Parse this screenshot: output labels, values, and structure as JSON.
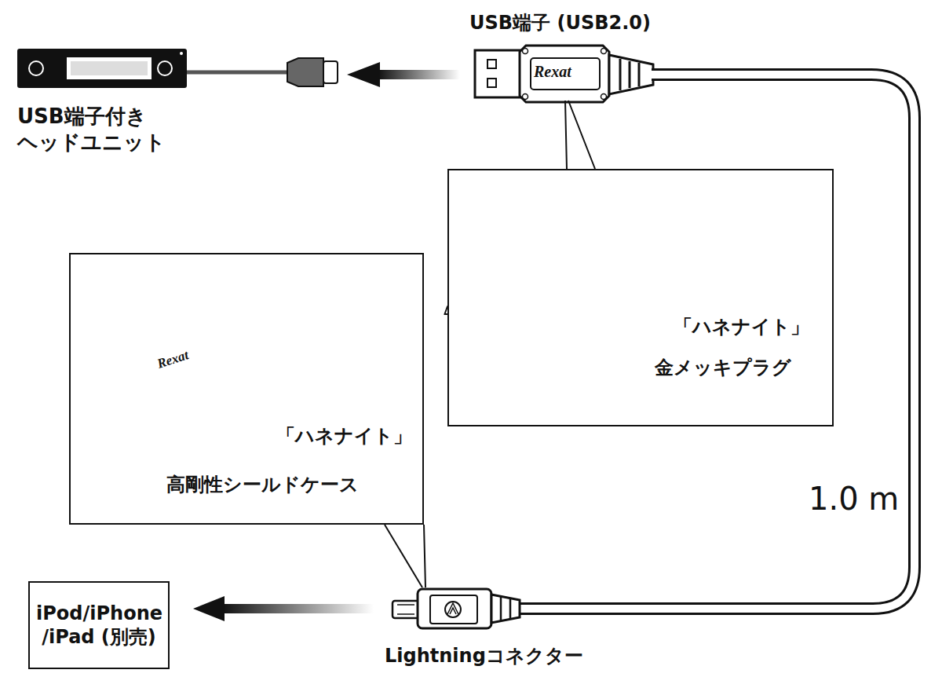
{
  "diagram": {
    "nodes": [
      {
        "text": [
          "USB端子付き ヘッドユニット"
        ]
      },
      {
        "text": [
          "USB端子 (USB2.0)"
        ]
      },
      {
        "text": [
          "「ハネナイト」",
          "金メッキプラグ"
        ]
      },
      {
        "text": [
          "「ハネナイト」",
          "高剛性シールドケース"
        ]
      },
      {
        "text": [
          "Lightningコネクター"
        ]
      },
      {
        "text": [
          "iPod/iPhone /iPad (別売)"
        ]
      }
    ],
    "edges": [
      {
        "from": 1,
        "to": 0,
        "arrow": "to"
      },
      {
        "from": 1,
        "to": 4,
        "arrow": "none",
        "label": "1.0 m"
      },
      {
        "from": 1,
        "to": 2,
        "arrow": "none"
      },
      {
        "from": 3,
        "to": 4,
        "arrow": "none"
      },
      {
        "from": 4,
        "to": 5,
        "arrow": "to"
      }
    ],
    "labels": [
      "Rexat",
      "Rexat"
    ]
  }
}
